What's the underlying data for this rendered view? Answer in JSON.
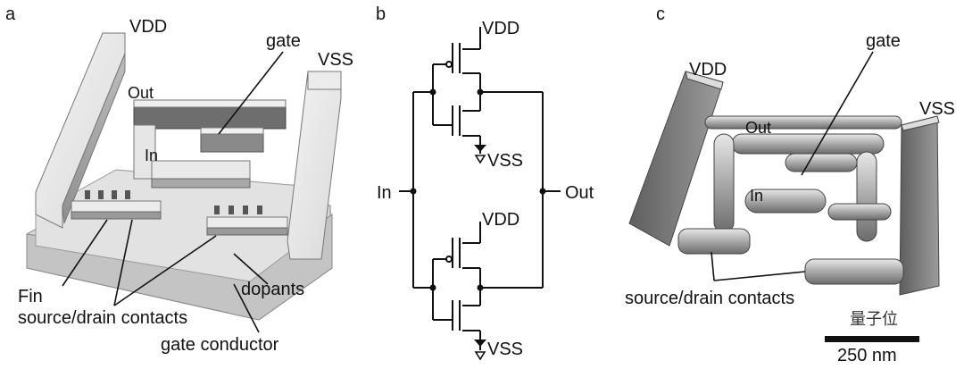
{
  "panel_a": {
    "letter": "a",
    "labels": {
      "vdd": "VDD",
      "vss": "VSS",
      "gate": "gate",
      "out": "Out",
      "in": "In",
      "fin": "Fin",
      "sd_contacts": "source/drain contacts",
      "dopants": "dopants",
      "gate_conductor": "gate conductor"
    }
  },
  "panel_b": {
    "letter": "b",
    "labels": {
      "vdd_top": "VDD",
      "vss_top": "VSS",
      "vdd_bottom": "VDD",
      "vss_bottom": "VSS",
      "in": "In",
      "out": "Out"
    }
  },
  "panel_c": {
    "letter": "c",
    "labels": {
      "vdd": "VDD",
      "vss": "VSS",
      "gate": "gate",
      "out": "Out",
      "in": "In",
      "sd_contacts": "source/drain contacts",
      "scale": "250 nm"
    },
    "watermark": "量子位"
  }
}
